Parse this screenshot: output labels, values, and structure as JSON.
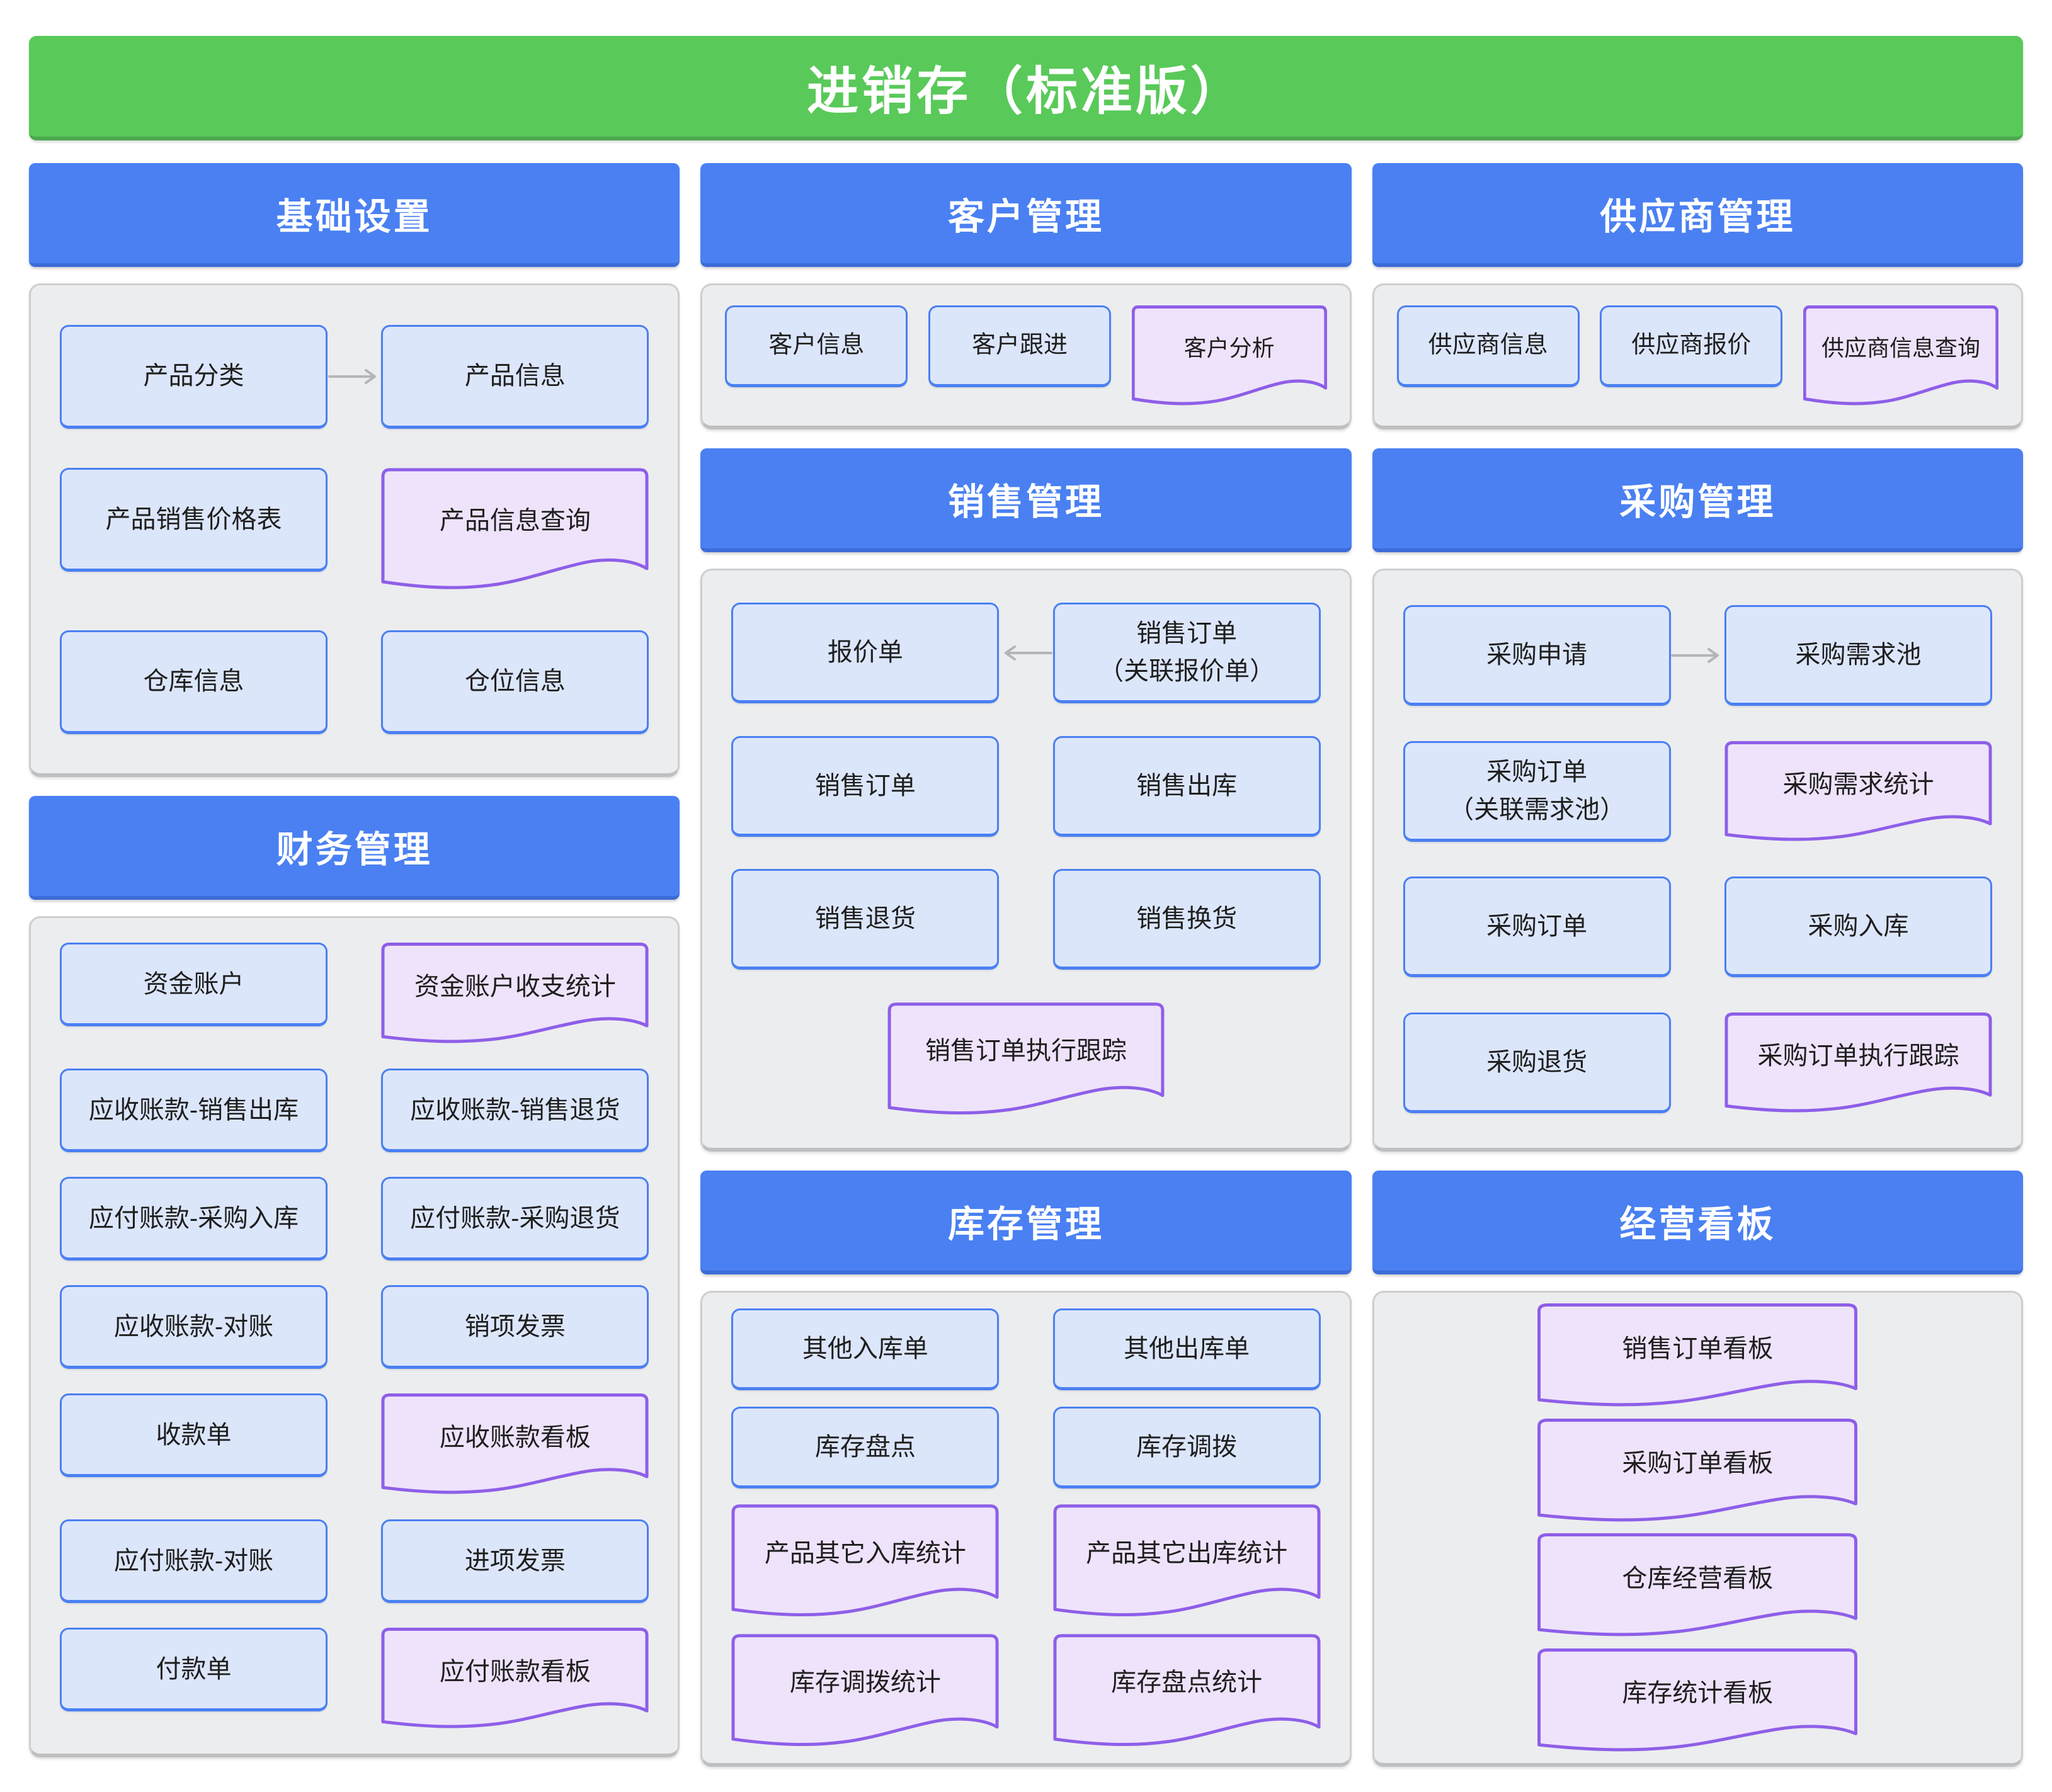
{
  "title": "进销存（标准版）",
  "colors": {
    "banner_green": "#59C959",
    "banner_green_dark": "#4AA94D",
    "header_blue": "#4A80F2",
    "header_blue_dark": "#3D6BD8",
    "panel_gray": "#ECEDEF",
    "box_blue_fill": "#DCE6FB",
    "box_blue_border": "#4A80F2",
    "doc_purple_fill": "#EFE3FB",
    "doc_purple_border": "#8E5FE8",
    "arrow_gray": "#B3B5B9",
    "text": "#1F1F1F"
  },
  "sections": {
    "basic": {
      "header": "基础设置",
      "items": {
        "product_category": "产品分类",
        "product_info": "产品信息",
        "price_table": "产品销售价格表",
        "product_query": "产品信息查询",
        "warehouse_info": "仓库信息",
        "bin_info": "仓位信息"
      }
    },
    "finance": {
      "header": "财务管理",
      "items": {
        "fund_account": "资金账户",
        "fund_stats": "资金账户收支统计",
        "ar_outbound": "应收账款-销售出库",
        "ar_return": "应收账款-销售退货",
        "ap_inbound": "应付账款-采购入库",
        "ap_return": "应付账款-采购退货",
        "ar_reconcile": "应收账款-对账",
        "sales_invoice": "销项发票",
        "receipt": "收款单",
        "ar_board": "应收账款看板",
        "ap_reconcile": "应付账款-对账",
        "purchase_invoice": "进项发票",
        "payment": "付款单",
        "ap_board": "应付账款看板"
      }
    },
    "customer": {
      "header": "客户管理",
      "items": {
        "customer_info": "客户信息",
        "customer_follow": "客户跟进",
        "customer_analysis": "客户分析"
      }
    },
    "sales": {
      "header": "销售管理",
      "items": {
        "quotation": "报价单",
        "order_linked_l1": "销售订单",
        "order_linked_l2": "（关联报价单）",
        "sales_order": "销售订单",
        "sales_outbound": "销售出库",
        "sales_return": "销售退货",
        "sales_exchange": "销售换货",
        "order_tracking": "销售订单执行跟踪"
      }
    },
    "inventory": {
      "header": "库存管理",
      "items": {
        "other_inbound": "其他入库单",
        "other_outbound": "其他出库单",
        "stocktake": "库存盘点",
        "transfer": "库存调拨",
        "other_inbound_stats": "产品其它入库统计",
        "other_outbound_stats": "产品其它出库统计",
        "transfer_stats": "库存调拨统计",
        "stocktake_stats": "库存盘点统计"
      }
    },
    "supplier": {
      "header": "供应商管理",
      "items": {
        "supplier_info": "供应商信息",
        "supplier_quote": "供应商报价",
        "supplier_query": "供应商信息查询"
      }
    },
    "purchase": {
      "header": "采购管理",
      "items": {
        "purchase_request": "采购申请",
        "demand_pool": "采购需求池",
        "order_linked_l1": "采购订单",
        "order_linked_l2": "（关联需求池）",
        "demand_stats": "采购需求统计",
        "purchase_order": "采购订单",
        "purchase_inbound": "采购入库",
        "purchase_return": "采购退货",
        "order_tracking": "采购订单执行跟踪"
      }
    },
    "dashboard": {
      "header": "经营看板",
      "items": {
        "sales_board": "销售订单看板",
        "purchase_board": "采购订单看板",
        "warehouse_board": "仓库经营看板",
        "inventory_board": "库存统计看板"
      }
    }
  }
}
